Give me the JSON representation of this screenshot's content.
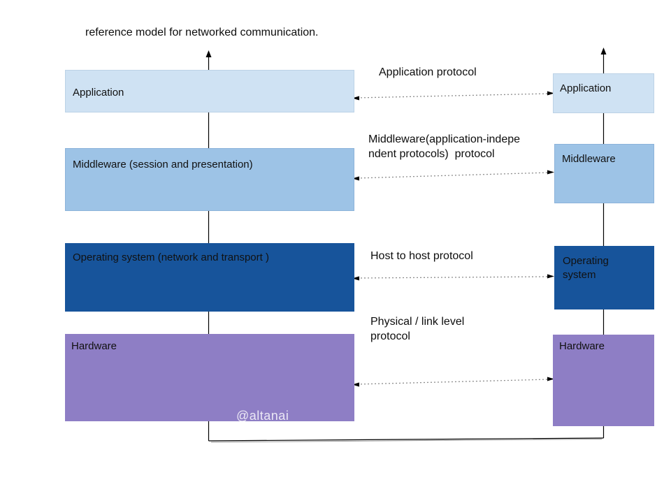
{
  "title": "reference model for networked communication.",
  "watermark": "@altanai",
  "colors": {
    "application": "#cfe2f3",
    "middleware": "#9dc3e6",
    "operating_system": "#17549b",
    "hardware": "#8e7ec5"
  },
  "left_stack": {
    "layers": [
      {
        "label": "Application",
        "color": "#cfe2f3"
      },
      {
        "label": "Middleware (session and presentation)",
        "color": "#9dc3e6"
      },
      {
        "label": "Operating system (network and transport )",
        "color": "#17549b"
      },
      {
        "label": "Hardware",
        "color": "#8e7ec5"
      }
    ]
  },
  "right_stack": {
    "layers": [
      {
        "label": "Application",
        "color": "#cfe2f3"
      },
      {
        "label": "Middleware",
        "color": "#9dc3e6"
      },
      {
        "label": "Operating\nsystem",
        "color": "#17549b"
      },
      {
        "label": "Hardware",
        "color": "#8e7ec5"
      }
    ]
  },
  "protocols": [
    {
      "label": "Application protocol"
    },
    {
      "label": "Middleware(application-indepe\nndent protocols)  protocol"
    },
    {
      "label": "Host to host protocol"
    },
    {
      "label": "Physical / link level\nprotocol"
    }
  ]
}
